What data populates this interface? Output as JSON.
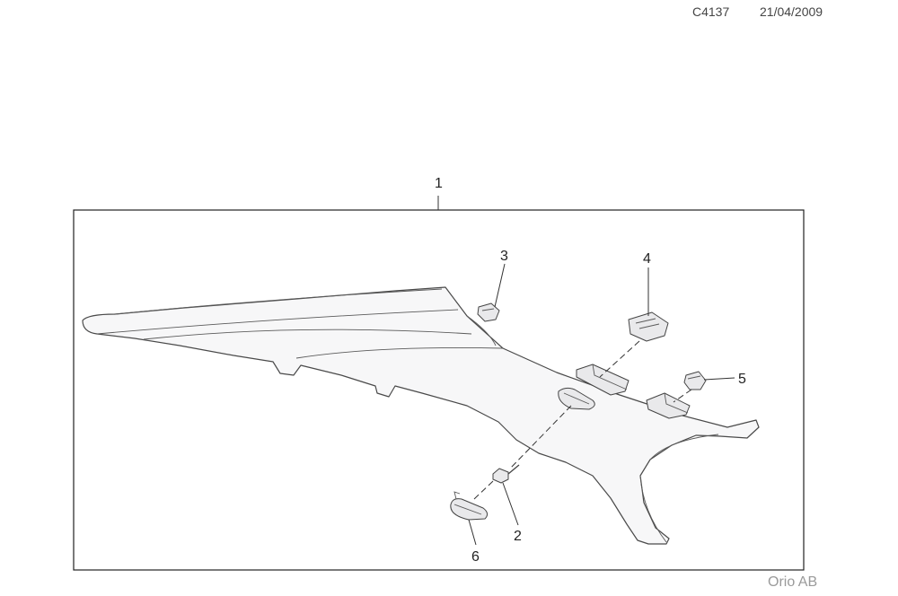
{
  "header": {
    "code": "C4137",
    "date": "21/04/2009"
  },
  "footer": {
    "brand": "Orio AB"
  },
  "callouts": {
    "c1": "1",
    "c2": "2",
    "c3": "3",
    "c4": "4",
    "c5": "5",
    "c6": "6"
  }
}
